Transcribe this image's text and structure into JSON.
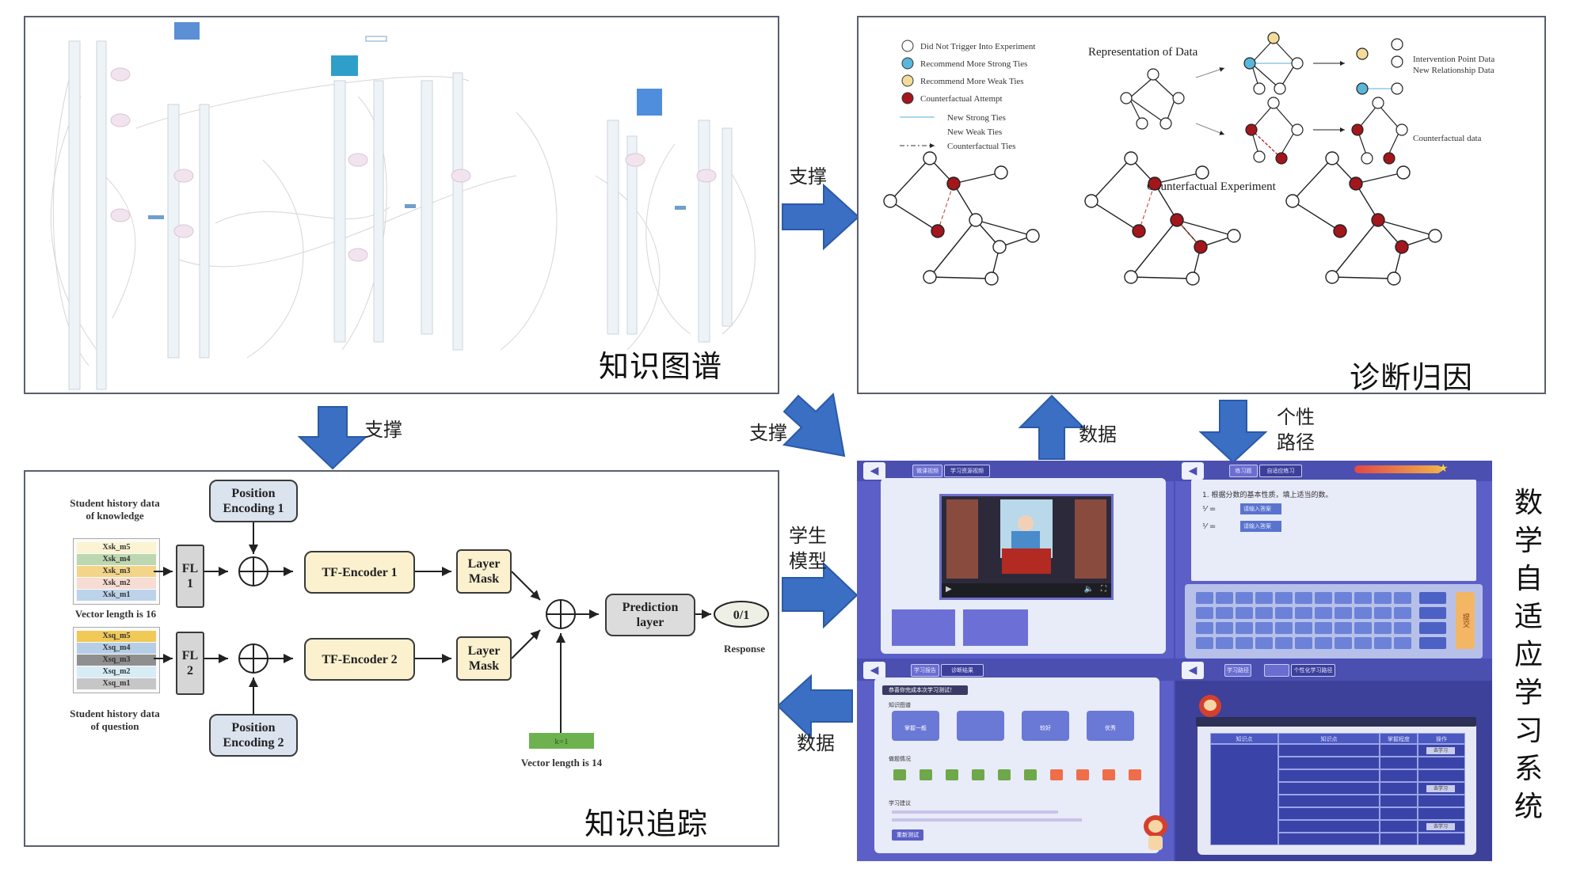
{
  "panels": {
    "knowledge_graph": {
      "title": "知识图谱"
    },
    "diagnosis": {
      "title": "诊断归因"
    },
    "knowledge_tracing": {
      "title": "知识追踪"
    },
    "adaptive_system": {
      "title_chars": [
        "数",
        "学",
        "自",
        "适",
        "应",
        "学",
        "习",
        "系",
        "统"
      ]
    }
  },
  "arrows": {
    "kg_to_diag": "支撑",
    "kg_to_kt": "支撑",
    "kg_to_sys": "支撑",
    "sys_to_diag": "数据",
    "diag_to_sys_line1": "个性",
    "diag_to_sys_line2": "路径",
    "kt_to_sys_line1": "学生",
    "kt_to_sys_line2": "模型",
    "sys_to_kt": "数据"
  },
  "diagnosis_figure": {
    "legend": [
      {
        "label": "Did Not Trigger Into Experiment",
        "color": "#ffffff"
      },
      {
        "label": "Recommend More Strong Ties",
        "color": "#5bb6dc"
      },
      {
        "label": "Recommend More Weak Ties",
        "color": "#f3dc9a"
      },
      {
        "label": "Counterfactual Attempt",
        "color": "#a3161b"
      }
    ],
    "line_legend": [
      {
        "label": "New Strong Ties",
        "style": "solid-lightblue"
      },
      {
        "label": "New Weak Ties",
        "style": "none"
      },
      {
        "label": "Counterfactual Ties",
        "style": "dash-dot"
      }
    ],
    "representation_title": "Representation of Data",
    "intervention_label_1": "Intervention Point Data",
    "intervention_label_2": "New Relationship Data",
    "counterfactual_data_label": "Counterfactual data",
    "experiment_title": "Counterfactual Experiment"
  },
  "kt_figure": {
    "knowledge_caption_1": "Student history data",
    "knowledge_caption_2": "of knowledge",
    "knowledge_rows": [
      {
        "label": "Xsk_m5",
        "color": "#fbf3d2"
      },
      {
        "label": "Xsk_m4",
        "color": "#bdd7b0"
      },
      {
        "label": "Xsk_m3",
        "color": "#f3d58a"
      },
      {
        "label": "Xsk_m2",
        "color": "#f6dcd2"
      },
      {
        "label": "Xsk_m1",
        "color": "#bcd3ea"
      }
    ],
    "vector_length_16": "Vector length is 16",
    "question_rows": [
      {
        "label": "Xsq_m5",
        "color": "#f0c957"
      },
      {
        "label": "Xsq_m4",
        "color": "#b7cfe6"
      },
      {
        "label": "Xsq_m3",
        "color": "#8f8f8f"
      },
      {
        "label": "Xsq_m2",
        "color": "#d7ecf4"
      },
      {
        "label": "Xsq_m1",
        "color": "#c6c6c6"
      }
    ],
    "question_caption_1": "Student history data",
    "question_caption_2": "of question",
    "fl1_line1": "FL",
    "fl1_line2": "1",
    "fl2_line1": "FL",
    "fl2_line2": "2",
    "pos_enc_1_line1": "Position",
    "pos_enc_1_line2": "Encoding 1",
    "pos_enc_2_line1": "Position",
    "pos_enc_2_line2": "Encoding 2",
    "tf_encoder_1": "TF-Encoder 1",
    "tf_encoder_2": "TF-Encoder 2",
    "layer_mask_line1": "Layer",
    "layer_mask_line2": "Mask",
    "prediction_line1": "Prediction",
    "prediction_line2": "layer",
    "output": "0/1",
    "response": "Response",
    "k_box": "k=1",
    "vector_length_14": "Vector length is 14"
  },
  "app_screens": {
    "video": {
      "tab1": "微课视频",
      "tab2": "学习资源视频"
    },
    "quiz": {
      "tab1": "练习题",
      "tab2": "自适应练习",
      "question": "1. 根据分数的基本性质，填上适当的数。",
      "answer_1": "请输入答案",
      "answer_2": "请输入答案",
      "submit": "提交"
    },
    "report": {
      "tab1": "学习报告",
      "tab2": "诊断结果",
      "header": "恭喜你完成本次学习测试！",
      "section_1": "知识图谱",
      "section_2": "做题情况",
      "section_3": "学习建议",
      "cards": [
        "掌握一般",
        "",
        "较好",
        "优秀"
      ],
      "button": "重新测试",
      "squares_green": 6,
      "squares_orange": 4
    },
    "table": {
      "tab1": "学习路径",
      "tab2": "个性化学习路径",
      "columns": [
        "知识点",
        "知识点",
        "掌握程度",
        "操作"
      ],
      "rows": 8,
      "action": "去学习"
    }
  },
  "colors": {
    "arrow": "#3a6fc4",
    "panel_border": "#5a5f6e",
    "counterfactual": "#a3161b",
    "encoder": "#fbf1cf",
    "position_enc": "#dbe3ee",
    "screen": "#5b5fc7"
  }
}
